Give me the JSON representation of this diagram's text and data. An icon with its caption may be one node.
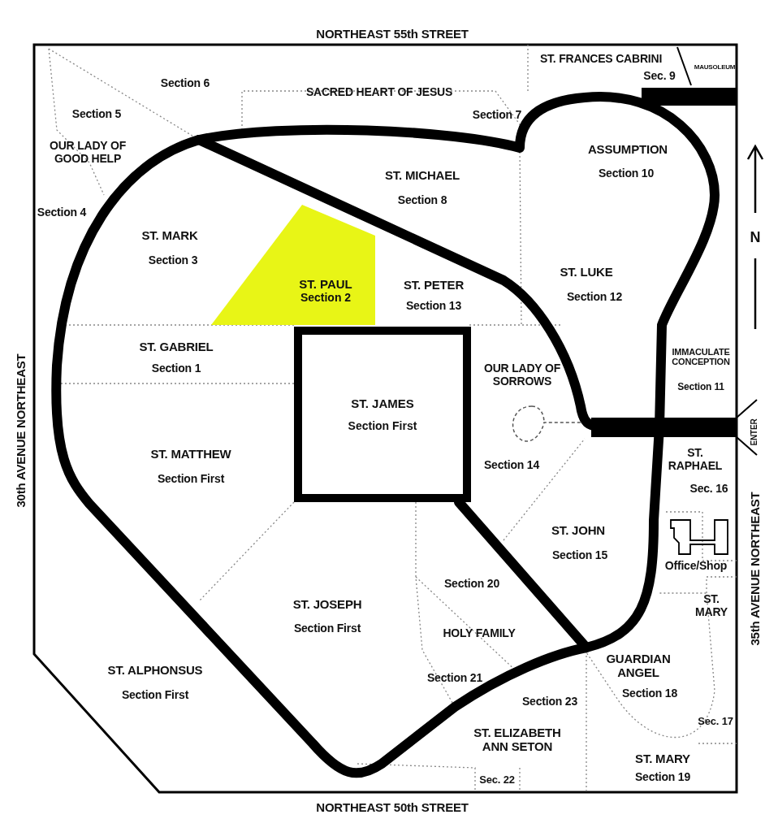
{
  "diagram": {
    "nodes": [
      {
        "text": [
          "ST. PAUL",
          "Section 2"
        ]
      },
      {
        "text": [
          "ST. JAMES",
          "Section First"
        ]
      }
    ],
    "labels": [
      "NORTHEAST 55th STREET",
      "ST. FRANCES CABRINI",
      "Sec. 9",
      "MAUSOLEUM",
      "Section 6",
      "SACRED HEART OF JESUS",
      "Section 5",
      "Section 7",
      "OUR LADY OF GOOD HELP",
      "ASSUMPTION",
      "Section 10",
      "ST. MICHAEL",
      "Section 8",
      "Section 4",
      "ST. MARK",
      "Section 3",
      "ST. PETER",
      "Section 13",
      "ST. LUKE",
      "Section 12",
      "N",
      "ST. GABRIEL",
      "Section 1",
      "IMMACULATE CONCEPTION",
      "Section 11",
      "OUR LADY OF SORROWS",
      "ENTER",
      "30th AVENUE NORTHEAST",
      "ST. MATTHEW",
      "Section First",
      "Section 14",
      "ST. RAPHAEL",
      "Sec. 16",
      "ST. JOHN",
      "Section 15",
      "Office/Shop",
      "35th AVENUE NORTHEAST",
      "Section 20",
      "ST. MARY",
      "ST. JOSEPH",
      "Section First",
      "HOLY FAMILY",
      "GUARDIAN ANGEL",
      "Section 18",
      "ST. ALPHONSUS",
      "Section First",
      "Section 21",
      "Section 23",
      "Sec. 17",
      "ST. ELIZABETH ANN SETON",
      "ST. MARY",
      "Section 19",
      "Sec. 22",
      "NORTHEAST 50th STREET"
    ]
  }
}
